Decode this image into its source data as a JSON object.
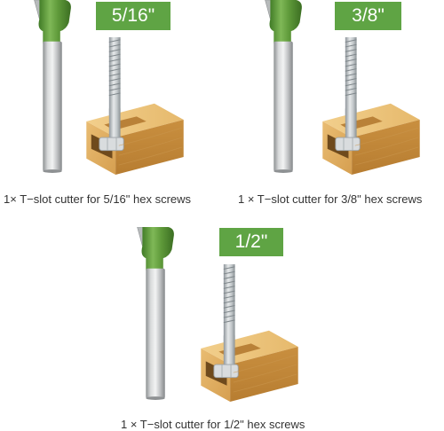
{
  "products": [
    {
      "size_label": "5/16\"",
      "caption": "1×  T−slot cutter for 5/16\" hex screws"
    },
    {
      "size_label": "3/8\"",
      "caption": "1 ×  T−slot cutter for 3/8\" hex screws"
    },
    {
      "size_label": "1/2\"",
      "caption": "1 ×  T−slot cutter for 1/2\" hex screws"
    }
  ],
  "colors": {
    "badge_green": "#5fa444",
    "cutter_green": "#5f9a3a",
    "shank_silver": "#b9bbbd",
    "wood": "#e2b468",
    "bolt_silver": "#c5c9cc"
  },
  "icons": [
    "t-slot-router-bit-icon",
    "hex-bolt-icon",
    "wood-block-icon"
  ]
}
